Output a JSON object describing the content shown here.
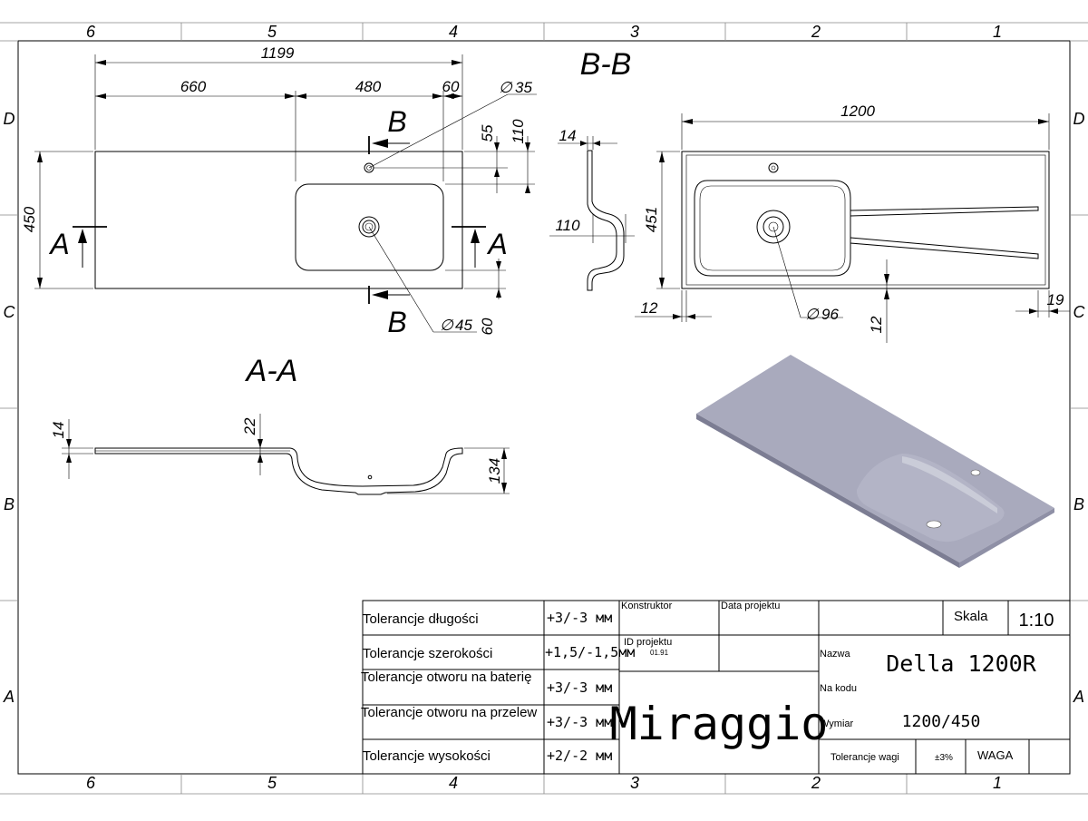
{
  "zones": {
    "columns": [
      "6",
      "5",
      "4",
      "3",
      "2",
      "1"
    ],
    "rows": [
      "D",
      "C",
      "B",
      "A"
    ]
  },
  "views": {
    "section_bb": "B-B",
    "section_aa": "A-A",
    "cut_a": "A",
    "cut_b": "B"
  },
  "dimensions": {
    "top_overall": "1199",
    "top_left": "660",
    "top_bowl": "480",
    "top_right": "60",
    "tap_hole": "35",
    "tap_55": "55",
    "tap_110": "110",
    "depth_450": "450",
    "drain_hole": "45",
    "bottom_60": "60",
    "side_14": "14",
    "side_110": "110",
    "right_1200": "1200",
    "right_451": "451",
    "right_12a": "12",
    "right_12b": "12",
    "right_19": "19",
    "right_96": "96",
    "aa_14": "14",
    "aa_22": "22",
    "aa_134": "134"
  },
  "symbols": {
    "diameter": "∅"
  },
  "title_block": {
    "tolerances": [
      {
        "label": "Tolerancje długości",
        "value": "+3/-3 мм"
      },
      {
        "label": "Tolerancje szerokości",
        "value": "+1,5/-1,5мм"
      },
      {
        "label": "Tolerancje otworu na baterię",
        "value": "+3/-3 мм"
      },
      {
        "label": "Tolerancje otworu na przelew",
        "value": "+3/-3 мм"
      },
      {
        "label": "Tolerancje wysokości",
        "value": "+2/-2 мм"
      }
    ],
    "konstruktor_label": "Konstruktor",
    "data_projektu_label": "Data projektu",
    "id_projektu_label": "ID projektu",
    "id_projektu_value": "01.91",
    "brand": "Miraggio",
    "skala_label": "Skala",
    "skala_value": "1:10",
    "nazwa_label": "Nazwa",
    "nazwa_value": "Della 1200R",
    "na_kodu_label": "Na kodu",
    "wymiar_label": "Wymiar",
    "wymiar_value": "1200/450",
    "tolerancje_wagi_label": "Tolerancje wagi",
    "tolerancje_wagi_value": "±3%",
    "waga_label": "WAGA"
  },
  "colors": {
    "render_top": "#a9aabd",
    "render_side": "#8f90a6",
    "render_front": "#7c7d93",
    "render_bowl": "#b3b4c6"
  }
}
